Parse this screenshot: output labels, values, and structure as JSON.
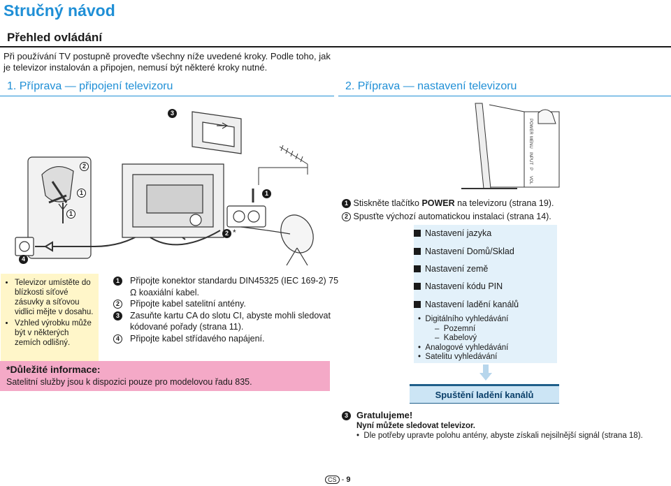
{
  "title": "Stručný návod",
  "subtitle": "Přehled ovládání",
  "intro": "Při používání TV postupně proveďte všechny níže uvedené kroky. Podle toho, jak je televizor instalován a připojen, nemusí být některé kroky nutné.",
  "section1": "1. Příprava — připojení televizoru",
  "section2": "2. Příprava — nastavení televizoru",
  "callouts": {
    "n1": "1",
    "n2": "2",
    "n3": "3",
    "n4": "4",
    "star": "2 *"
  },
  "tip": {
    "items": [
      "Televizor umístěte do blízkosti síťové zásuvky a síťovou vidlici mějte v dosahu.",
      "Vzhled výrobku může být v některých zemích odlišný."
    ]
  },
  "steps": [
    {
      "n": "1",
      "text": "Připojte konektor standardu DIN45325 (IEC 169-2) 75 Ω koaxiální kabel."
    },
    {
      "n": "2",
      "text": "Připojte kabel satelitní antény."
    },
    {
      "n": "3",
      "text": "Zasuňte kartu CA do slotu CI, abyste mohli sledovat kódované pořady (strana 11)."
    },
    {
      "n": "4",
      "text": "Připojte kabel střídavého napájení."
    }
  ],
  "important": {
    "title": "*Důležité informace:",
    "text": "Satelitní služby jsou k dispozici pouze pro modelovou řadu 835."
  },
  "setup": {
    "step1_prefix": "Stiskněte tlačítko ",
    "step1_bold": "POWER",
    "step1_suffix": " na televizoru (strana 19).",
    "step2": "Spusťte výchozí automatickou instalaci (strana 14).",
    "menu": [
      "Nastavení jazyka",
      "Nastavení Domů/Sklad",
      "Nastavení země",
      "Nastavení kódu PIN",
      "Nastavení ladění kanálů"
    ],
    "submenu": [
      {
        "kind": "bullet",
        "text": "Digitálního vyhledávání"
      },
      {
        "kind": "dash",
        "text": "Pozemní"
      },
      {
        "kind": "dash",
        "text": "Kabelový"
      },
      {
        "kind": "bullet",
        "text": "Analogové vyhledávání"
      },
      {
        "kind": "bullet",
        "text": "Satelitu vyhledávání"
      }
    ],
    "button": "Spuštění ladění kanálů",
    "step3_title": "Gratulujeme!",
    "step3_sub": "Nyní můžete sledovat televizor.",
    "step3_note": "Dle potřeby upravte polohu antény, abyste získali nejsilnější signál (strana 18)."
  },
  "tv_side_labels": [
    "POWER",
    "MENU",
    "INPUT",
    "P",
    "VOL"
  ],
  "footer": {
    "lang": "CS",
    "sep": "-",
    "page": "9"
  },
  "colors": {
    "accent": "#1f8fd6",
    "tip_bg": "#fff6c9",
    "important_bg": "#f4a9c7",
    "panel_bg": "#e3f1fa"
  }
}
